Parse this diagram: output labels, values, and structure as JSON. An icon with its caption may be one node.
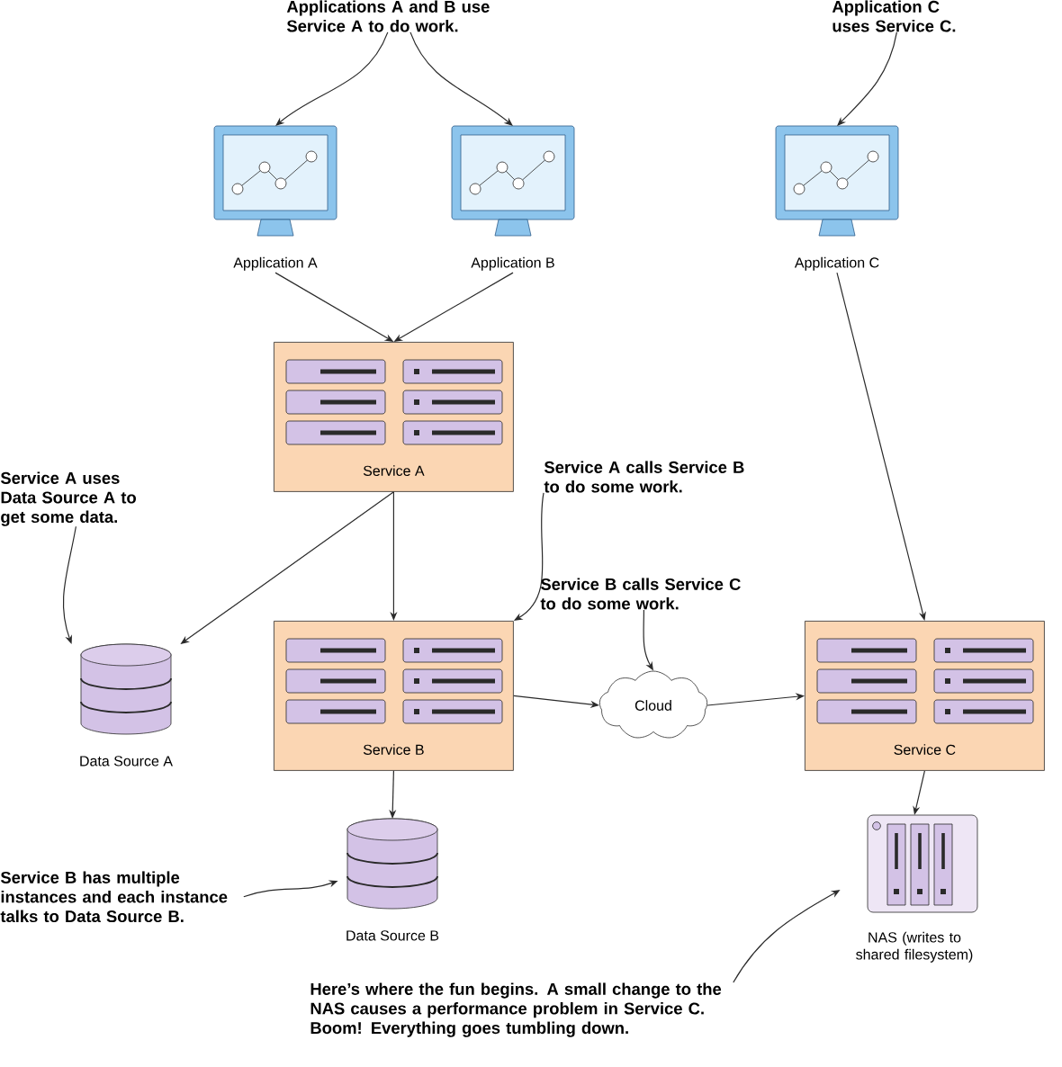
{
  "diagram": {
    "nodes": [
      {
        "text": [
          "Applications A and B use Service A to do work."
        ]
      },
      {
        "text": [
          "Application A"
        ]
      },
      {
        "text": [
          "Application B"
        ]
      },
      {
        "text": [
          "Application C uses Service C."
        ]
      },
      {
        "text": [
          "Application C"
        ]
      },
      {
        "text": [
          "Service A"
        ]
      },
      {
        "text": [
          "Service A uses Data Source A to get some data."
        ]
      },
      {
        "text": [
          "Service A calls Service B to do some work."
        ]
      },
      {
        "text": [
          "Data Source A"
        ]
      },
      {
        "text": [
          "Service B"
        ]
      },
      {
        "text": [
          "Service B calls Service C to do some work."
        ]
      },
      {
        "text": [
          "Cloud"
        ]
      },
      {
        "text": [
          "Service C"
        ]
      },
      {
        "text": [
          "Service B has multiple instances and each instance talks to Data Source B."
        ]
      },
      {
        "text": [
          "Data Source B"
        ]
      },
      {
        "text": [
          "NAS (writes to shared filesystem)"
        ]
      },
      {
        "text": [
          "Here’s where the fun begins. A small change to the NAS causes a performance problem in Service C. Boom! Everything goes tumbling down."
        ]
      }
    ],
    "edges": [
      {
        "from": 0,
        "to": 1,
        "arrow": "to"
      },
      {
        "from": 0,
        "to": 2,
        "arrow": "to"
      },
      {
        "from": 3,
        "to": 4,
        "arrow": "to"
      },
      {
        "from": 1,
        "to": 5,
        "arrow": "to"
      },
      {
        "from": 2,
        "to": 5,
        "arrow": "to"
      },
      {
        "from": 4,
        "to": 12,
        "arrow": "to"
      },
      {
        "from": 5,
        "to": 8,
        "arrow": "to"
      },
      {
        "from": 5,
        "to": 9,
        "arrow": "to"
      },
      {
        "from": 6,
        "to": 8,
        "arrow": "to"
      },
      {
        "from": 7,
        "to": 9,
        "arrow": "to"
      },
      {
        "from": 9,
        "to": 11,
        "arrow": "to"
      },
      {
        "from": 11,
        "to": 12,
        "arrow": "to"
      },
      {
        "from": 10,
        "to": 11,
        "arrow": "to"
      },
      {
        "from": 9,
        "to": 14,
        "arrow": "to"
      },
      {
        "from": 13,
        "to": 14,
        "arrow": "to"
      },
      {
        "from": 12,
        "to": 15,
        "arrow": "to"
      },
      {
        "from": 16,
        "to": 15,
        "arrow": "to"
      }
    ]
  }
}
